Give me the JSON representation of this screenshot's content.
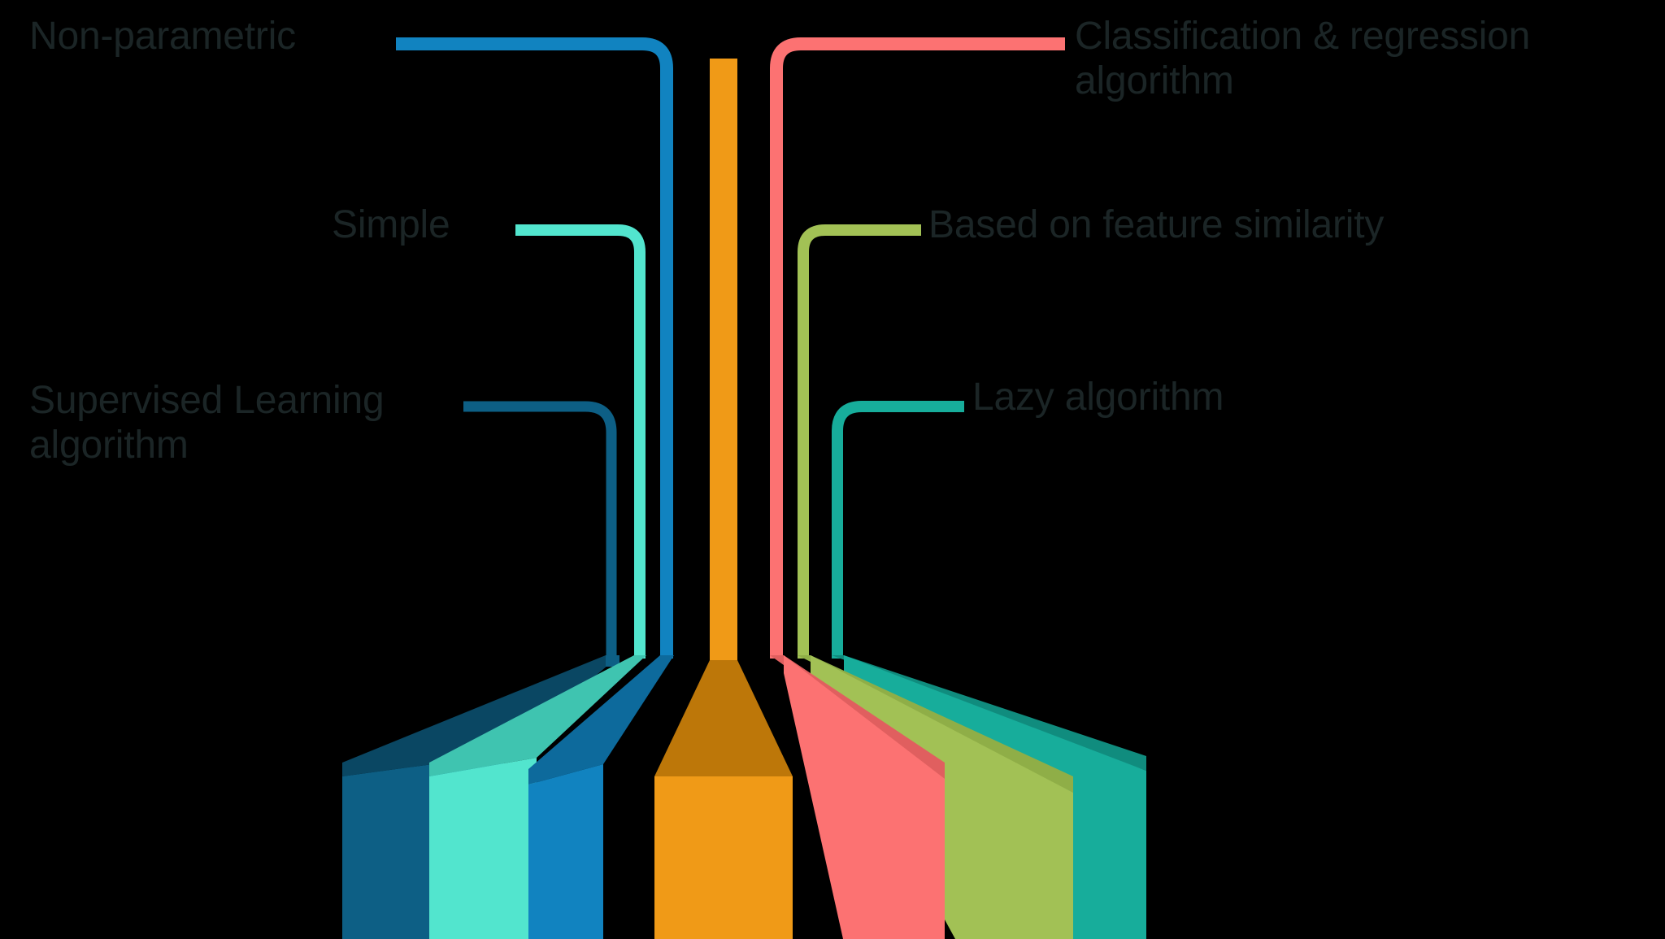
{
  "diagram": {
    "title_hidden": "",
    "type": "fan-funnel-concept-diagram",
    "background_color": "#000000",
    "text_color": "#1b2526",
    "branches": [
      {
        "id": "supervised-learning",
        "label": "Supervised Learning\nalgorithm",
        "side": "left",
        "color": "#0d5f85",
        "shade_color": "#0a4763",
        "order": 1
      },
      {
        "id": "simple",
        "label": "Simple",
        "side": "left",
        "color": "#52e5ce",
        "shade_color": "#3fc4b0",
        "order": 2
      },
      {
        "id": "non-parametric",
        "label": "Non-parametric",
        "side": "left",
        "color": "#1183c0",
        "shade_color": "#0d6a9c",
        "order": 3
      },
      {
        "id": "knn-core",
        "label": "",
        "side": "center",
        "color": "#f09a17",
        "shade_color": "#bd7709",
        "order": 4
      },
      {
        "id": "classification-regression",
        "label": "Classification & regression\nalgorithm",
        "side": "right",
        "color": "#fc7272",
        "shade_color": "#e05f5f",
        "order": 5
      },
      {
        "id": "feature-similarity",
        "label": "Based on feature similarity",
        "side": "right",
        "color": "#a2c155",
        "shade_color": "#8fae47",
        "order": 6
      },
      {
        "id": "lazy-algorithm",
        "label": "Lazy algorithm",
        "side": "right",
        "color": "#17ad9b",
        "shade_color": "#108c7e",
        "order": 7
      }
    ]
  },
  "labels": {
    "non_parametric": "Non-parametric",
    "simple": "Simple",
    "supervised_learning": "Supervised Learning\nalgorithm",
    "classification_regression": "Classification & regression\nalgorithm",
    "feature_similarity": "Based on feature similarity",
    "lazy_algorithm": "Lazy algorithm"
  },
  "colors": {
    "background": "#000000",
    "text": "#1b2526",
    "dark_blue": "#0d5f85",
    "turquoise": "#52e5ce",
    "blue": "#1183c0",
    "orange": "#f09a17",
    "orange_dark": "#bd7709",
    "coral": "#fc7272",
    "green": "#a2c155",
    "teal": "#17ad9b"
  }
}
